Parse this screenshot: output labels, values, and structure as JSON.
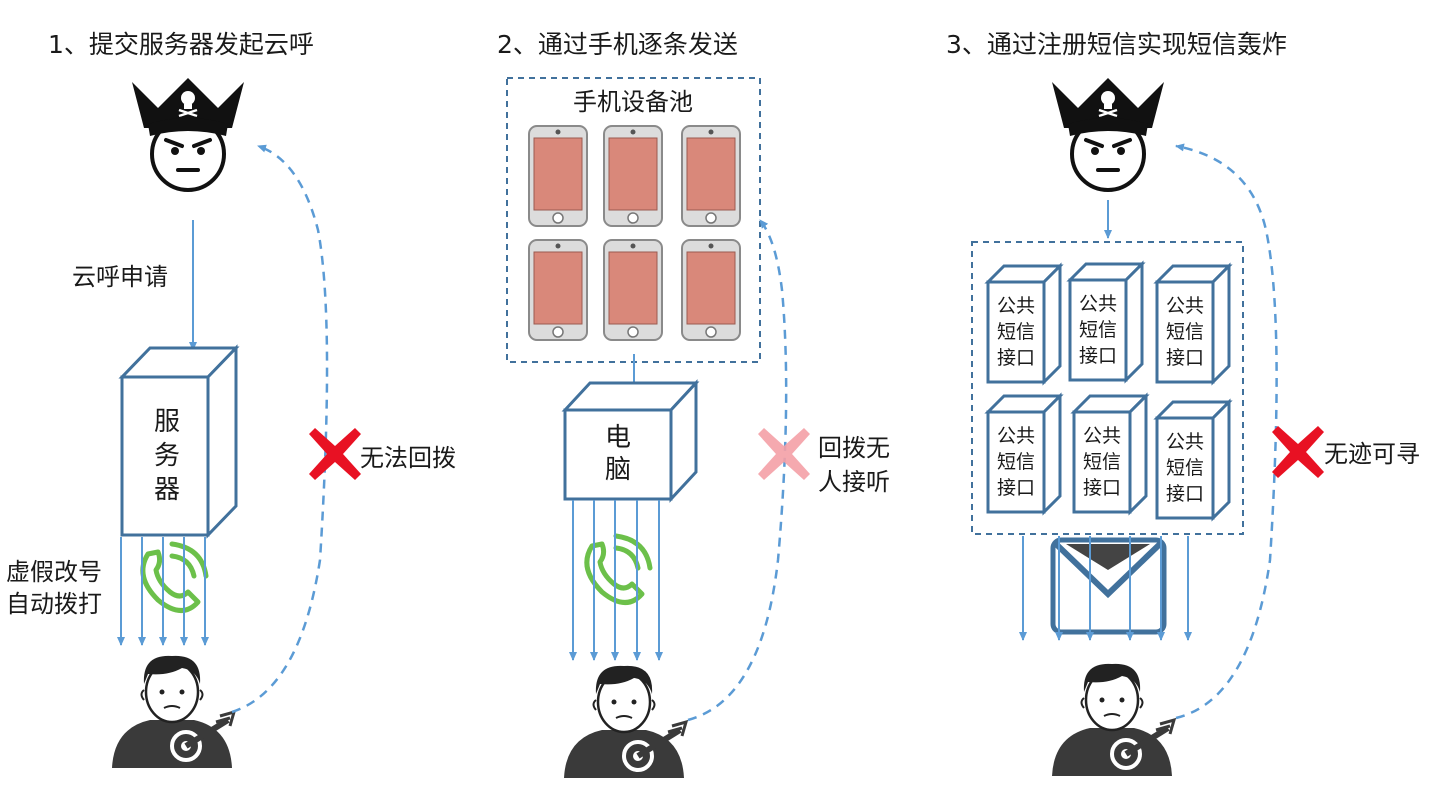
{
  "colors": {
    "arrow": "#5b9bd5",
    "box_stroke": "#41719c",
    "cross": "#e81123",
    "cross_faded": "#f4a0a6",
    "phone_icon": "#6cc04a",
    "phone_screen": "#d9887a",
    "phone_body": "#d6d6d6"
  },
  "panel1": {
    "title": "1、提交服务器发起云呼",
    "request_label": "云呼申请",
    "server_chars": [
      "服",
      "务",
      "器"
    ],
    "side_label_lines": [
      "虚假改号",
      "自动拨打"
    ],
    "cross_label": "无法回拨",
    "icons": [
      "pirate-attacker-icon",
      "handset-icon",
      "victim-target-icon"
    ]
  },
  "panel2": {
    "title": "2、通过手机逐条发送",
    "pool_label": "手机设备池",
    "computer_chars": [
      "电",
      "脑"
    ],
    "cross_label_lines": [
      "回拨无",
      "人接听"
    ],
    "icons": [
      "smartphone-icon",
      "handset-icon",
      "victim-target-icon"
    ]
  },
  "panel3": {
    "title": "3、通过注册短信实现短信轰炸",
    "interface_lines": [
      "公共",
      "短信",
      "接口"
    ],
    "cross_label": "无迹可寻",
    "icons": [
      "pirate-attacker-icon",
      "envelope-icon",
      "victim-target-icon"
    ]
  }
}
